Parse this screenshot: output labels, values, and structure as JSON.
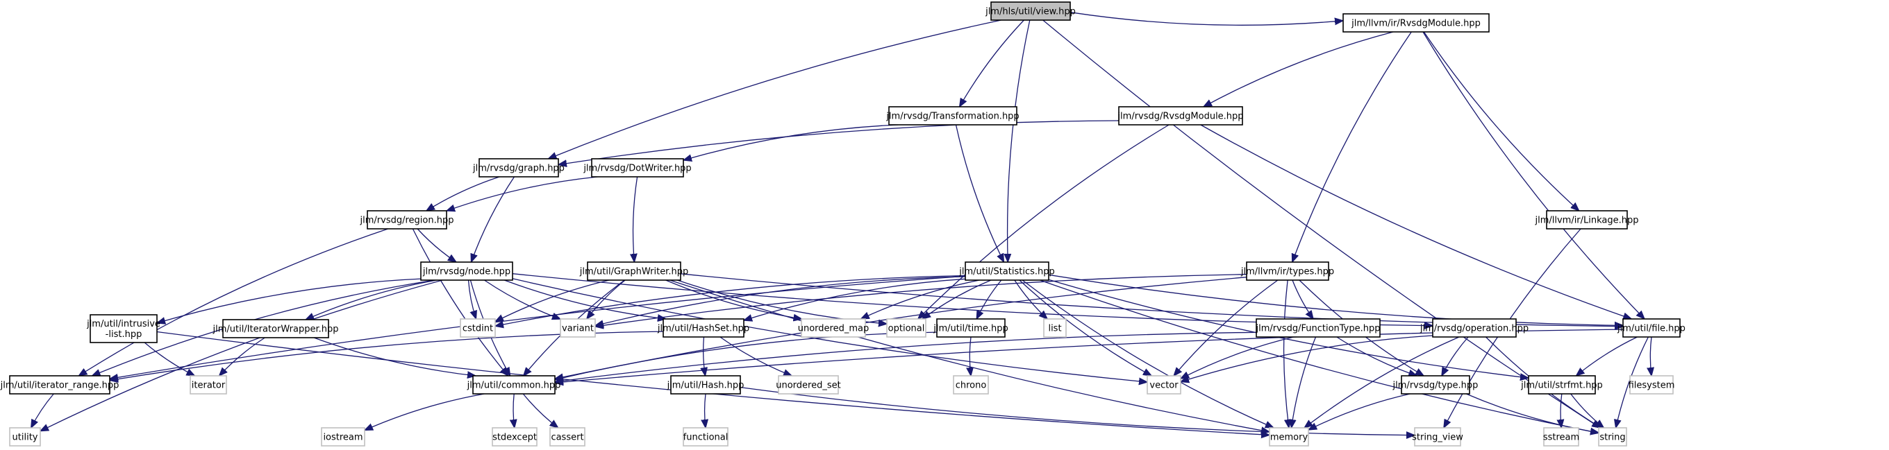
{
  "diagram": {
    "type": "include-dependency-graph",
    "root": "view",
    "nodes": [
      {
        "id": "view",
        "label": "jlm/hls/util/view.hpp",
        "kind": "root"
      },
      {
        "id": "llvmRvsdgModule",
        "label": "jlm/llvm/ir/RvsdgModule.hpp",
        "kind": "project"
      },
      {
        "id": "transformation",
        "label": "jlm/rvsdg/Transformation.hpp",
        "kind": "project"
      },
      {
        "id": "rvsdgModule",
        "label": "jlm/rvsdg/RvsdgModule.hpp",
        "kind": "project"
      },
      {
        "id": "graph",
        "label": "jlm/rvsdg/graph.hpp",
        "kind": "project"
      },
      {
        "id": "dotWriter",
        "label": "jlm/rvsdg/DotWriter.hpp",
        "kind": "project"
      },
      {
        "id": "region",
        "label": "jlm/rvsdg/region.hpp",
        "kind": "project"
      },
      {
        "id": "linkage",
        "label": "jlm/llvm/ir/Linkage.hpp",
        "kind": "project"
      },
      {
        "id": "node",
        "label": "jlm/rvsdg/node.hpp",
        "kind": "project"
      },
      {
        "id": "graphWriter",
        "label": "jlm/util/GraphWriter.hpp",
        "kind": "project"
      },
      {
        "id": "statistics",
        "label": "jlm/util/Statistics.hpp",
        "kind": "project"
      },
      {
        "id": "types",
        "label": "jlm/llvm/ir/types.hpp",
        "kind": "project"
      },
      {
        "id": "intrusiveList",
        "label": "jlm/util/intrusive\n-list.hpp",
        "kind": "project"
      },
      {
        "id": "iteratorWrapper",
        "label": "jlm/util/IteratorWrapper.hpp",
        "kind": "project"
      },
      {
        "id": "cstdint",
        "label": "cstdint",
        "kind": "system"
      },
      {
        "id": "variant",
        "label": "variant",
        "kind": "system"
      },
      {
        "id": "hashSet",
        "label": "jlm/util/HashSet.hpp",
        "kind": "project"
      },
      {
        "id": "unorderedMap",
        "label": "unordered_map",
        "kind": "system"
      },
      {
        "id": "optional",
        "label": "optional",
        "kind": "system"
      },
      {
        "id": "time",
        "label": "jlm/util/time.hpp",
        "kind": "project"
      },
      {
        "id": "list",
        "label": "list",
        "kind": "system"
      },
      {
        "id": "functionType",
        "label": "jlm/rvsdg/FunctionType.hpp",
        "kind": "project"
      },
      {
        "id": "operation",
        "label": "jlm/rvsdg/operation.hpp",
        "kind": "project"
      },
      {
        "id": "file",
        "label": "jlm/util/file.hpp",
        "kind": "project"
      },
      {
        "id": "iteratorRange",
        "label": "jlm/util/iterator_range.hpp",
        "kind": "project"
      },
      {
        "id": "iterator",
        "label": "iterator",
        "kind": "system"
      },
      {
        "id": "common",
        "label": "jlm/util/common.hpp",
        "kind": "project"
      },
      {
        "id": "hash",
        "label": "jlm/util/Hash.hpp",
        "kind": "project"
      },
      {
        "id": "unorderedSet",
        "label": "unordered_set",
        "kind": "system"
      },
      {
        "id": "chrono",
        "label": "chrono",
        "kind": "system"
      },
      {
        "id": "vector",
        "label": "vector",
        "kind": "system"
      },
      {
        "id": "type",
        "label": "jlm/rvsdg/type.hpp",
        "kind": "project"
      },
      {
        "id": "strfmt",
        "label": "jlm/util/strfmt.hpp",
        "kind": "project"
      },
      {
        "id": "filesystem",
        "label": "filesystem",
        "kind": "system"
      },
      {
        "id": "utility",
        "label": "utility",
        "kind": "system"
      },
      {
        "id": "iostream",
        "label": "iostream",
        "kind": "system"
      },
      {
        "id": "stdexcept",
        "label": "stdexcept",
        "kind": "system"
      },
      {
        "id": "cassert",
        "label": "cassert",
        "kind": "system"
      },
      {
        "id": "functional",
        "label": "functional",
        "kind": "system"
      },
      {
        "id": "memory",
        "label": "memory",
        "kind": "system"
      },
      {
        "id": "stringView",
        "label": "string_view",
        "kind": "system"
      },
      {
        "id": "sstream",
        "label": "sstream",
        "kind": "system"
      },
      {
        "id": "string",
        "label": "string",
        "kind": "system"
      }
    ],
    "edges": [
      [
        "view",
        "llvmRvsdgModule"
      ],
      [
        "view",
        "transformation"
      ],
      [
        "view",
        "graph"
      ],
      [
        "view",
        "statistics"
      ],
      [
        "view",
        "string"
      ],
      [
        "llvmRvsdgModule",
        "rvsdgModule"
      ],
      [
        "llvmRvsdgModule",
        "types"
      ],
      [
        "llvmRvsdgModule",
        "linkage"
      ],
      [
        "llvmRvsdgModule",
        "file"
      ],
      [
        "transformation",
        "dotWriter"
      ],
      [
        "transformation",
        "statistics"
      ],
      [
        "rvsdgModule",
        "graph"
      ],
      [
        "rvsdgModule",
        "optional"
      ],
      [
        "rvsdgModule",
        "file"
      ],
      [
        "graph",
        "region"
      ],
      [
        "graph",
        "node"
      ],
      [
        "dotWriter",
        "region"
      ],
      [
        "dotWriter",
        "graphWriter"
      ],
      [
        "region",
        "node"
      ],
      [
        "region",
        "iteratorRange"
      ],
      [
        "region",
        "common"
      ],
      [
        "linkage",
        "stringView"
      ],
      [
        "node",
        "intrusiveList"
      ],
      [
        "node",
        "iteratorWrapper"
      ],
      [
        "node",
        "cstdint"
      ],
      [
        "node",
        "variant"
      ],
      [
        "node",
        "hashSet"
      ],
      [
        "node",
        "operation"
      ],
      [
        "node",
        "common"
      ],
      [
        "node",
        "iteratorRange"
      ],
      [
        "node",
        "utility"
      ],
      [
        "node",
        "vector"
      ],
      [
        "graphWriter",
        "cstdint"
      ],
      [
        "graphWriter",
        "variant"
      ],
      [
        "graphWriter",
        "unorderedMap"
      ],
      [
        "graphWriter",
        "optional"
      ],
      [
        "graphWriter",
        "common"
      ],
      [
        "graphWriter",
        "memory"
      ],
      [
        "graphWriter",
        "file"
      ],
      [
        "statistics",
        "cstdint"
      ],
      [
        "statistics",
        "variant"
      ],
      [
        "statistics",
        "hashSet"
      ],
      [
        "statistics",
        "unorderedMap"
      ],
      [
        "statistics",
        "optional"
      ],
      [
        "statistics",
        "time"
      ],
      [
        "statistics",
        "list"
      ],
      [
        "statistics",
        "vector"
      ],
      [
        "statistics",
        "memory"
      ],
      [
        "statistics",
        "iteratorRange"
      ],
      [
        "statistics",
        "file"
      ],
      [
        "statistics",
        "strfmt"
      ],
      [
        "statistics",
        "string"
      ],
      [
        "types",
        "functionType"
      ],
      [
        "types",
        "vector"
      ],
      [
        "types",
        "memory"
      ],
      [
        "types",
        "common"
      ],
      [
        "types",
        "type"
      ],
      [
        "types",
        "variant"
      ],
      [
        "intrusiveList",
        "iterator"
      ],
      [
        "intrusiveList",
        "memory"
      ],
      [
        "iteratorWrapper",
        "iterator"
      ],
      [
        "iteratorWrapper",
        "common"
      ],
      [
        "hashSet",
        "hash"
      ],
      [
        "hashSet",
        "unorderedSet"
      ],
      [
        "hashSet",
        "iteratorRange"
      ],
      [
        "time",
        "chrono"
      ],
      [
        "time",
        "common"
      ],
      [
        "functionType",
        "type"
      ],
      [
        "functionType",
        "vector"
      ],
      [
        "functionType",
        "memory"
      ],
      [
        "functionType",
        "common"
      ],
      [
        "operation",
        "type"
      ],
      [
        "operation",
        "memory"
      ],
      [
        "operation",
        "string"
      ],
      [
        "operation",
        "vector"
      ],
      [
        "file",
        "strfmt"
      ],
      [
        "file",
        "filesystem"
      ],
      [
        "file",
        "string"
      ],
      [
        "file",
        "common"
      ],
      [
        "iteratorRange",
        "utility"
      ],
      [
        "common",
        "iostream"
      ],
      [
        "common",
        "stdexcept"
      ],
      [
        "common",
        "cassert"
      ],
      [
        "hash",
        "functional"
      ],
      [
        "hash",
        "stringView"
      ],
      [
        "type",
        "memory"
      ],
      [
        "type",
        "string"
      ],
      [
        "strfmt",
        "sstream"
      ],
      [
        "strfmt",
        "string"
      ]
    ]
  },
  "colors": {
    "edge": "#191970",
    "root_fill": "#bfbfbf",
    "project_border": "#000000",
    "system_border": "#bfbfbf"
  }
}
